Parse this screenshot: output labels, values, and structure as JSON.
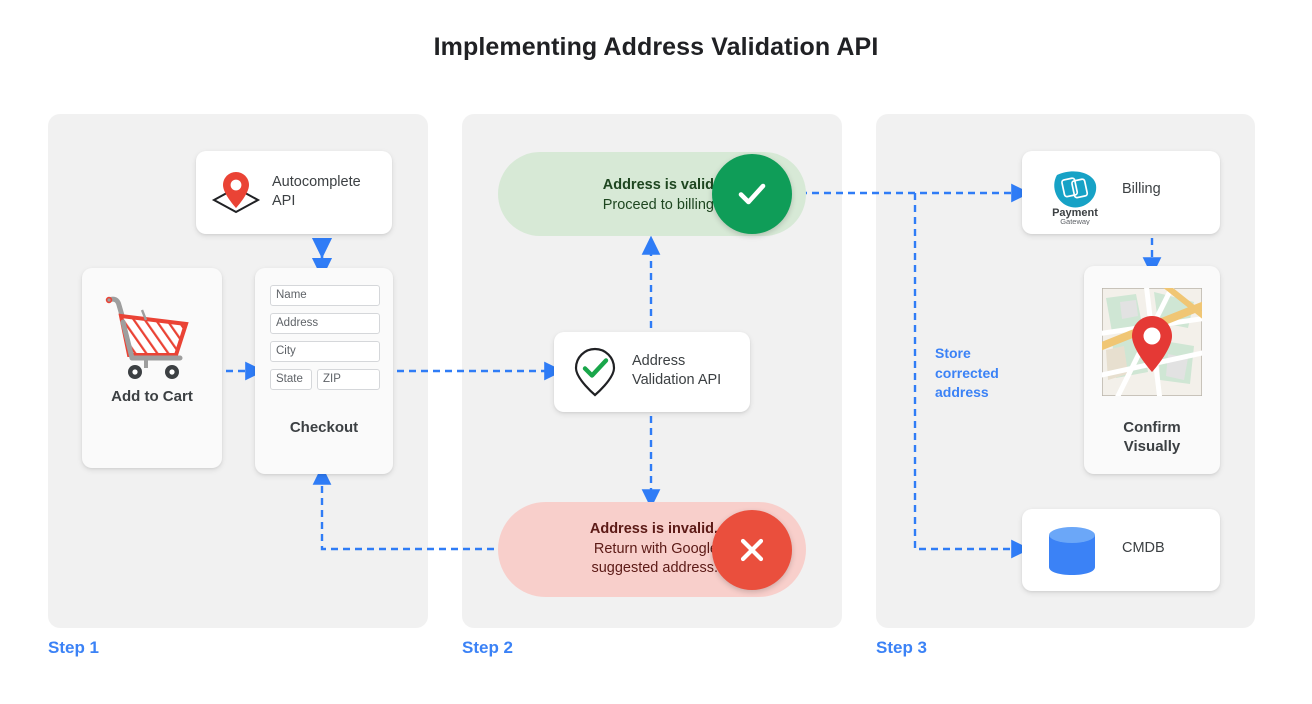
{
  "page": {
    "title": "Implementing Address Validation API",
    "accent_blue": "#3b82f6",
    "panel_bg": "#f1f1f1",
    "valid_green": "#0f9d58",
    "invalid_red": "#ea4f3d"
  },
  "steps": [
    {
      "label": "Step 1"
    },
    {
      "label": "Step 2"
    },
    {
      "label": "Step 3"
    }
  ],
  "step1": {
    "autocomplete": {
      "line1": "Autocomplete",
      "line2": "API",
      "icon": "map-pin-diamond-icon"
    },
    "add_to_cart": {
      "label": "Add to Cart",
      "icon": "shopping-cart-icon"
    },
    "checkout": {
      "label": "Checkout",
      "fields": [
        {
          "name": "name-field",
          "value": "Name"
        },
        {
          "name": "address-field",
          "value": "Address"
        },
        {
          "name": "city-field",
          "value": "City"
        },
        {
          "name": "state-field",
          "value": "State"
        },
        {
          "name": "zip-field",
          "value": "ZIP"
        }
      ]
    }
  },
  "step2": {
    "valid": {
      "headline": "Address is valid.",
      "detail": "Proceed to billing.",
      "badge_icon": "check-icon"
    },
    "invalid": {
      "headline": "Address is invalid.",
      "detail_line1": "Return with Google",
      "detail_line2": "suggested address.",
      "badge_icon": "close-icon"
    },
    "validation_api": {
      "line1": "Address",
      "line2": "Validation API",
      "icon": "pin-check-icon"
    }
  },
  "step3": {
    "billing": {
      "label": "Billing",
      "logo_line1": "Payment",
      "logo_line2": "Gateway",
      "icon": "payment-gateway-icon"
    },
    "confirm": {
      "line1": "Confirm",
      "line2": "Visually",
      "icon": "map-thumbnail-icon"
    },
    "cmdb": {
      "label": "CMDB",
      "icon": "database-icon"
    },
    "store_note": "Store corrected address"
  }
}
